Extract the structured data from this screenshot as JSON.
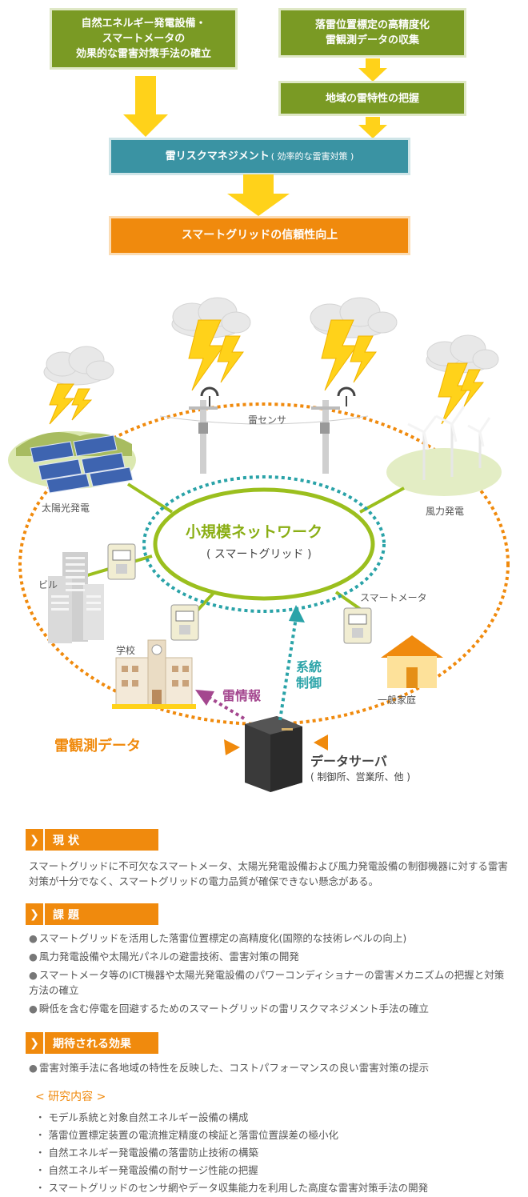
{
  "flow": {
    "box_left": "自然エネルギー発電設備・\nスマートメータの\n効果的な雷害対策手法の確立",
    "box_right_top": "落雷位置標定の高精度化\n雷観測データの収集",
    "box_right_bottom": "地域の雷特性の把握",
    "box_risk_main": "雷リスクマネジメント",
    "box_risk_sub": "( 効率的な雷害対策 )",
    "box_final": "スマートグリッドの信頼性向上"
  },
  "diagram": {
    "center_title": "小規模ネットワーク",
    "center_sub": "( スマートグリッド )",
    "solar": "太陽光発電",
    "wind": "風力発電",
    "sensor": "雷センサ",
    "building": "ビル",
    "school": "学校",
    "smart_meter": "スマートメータ",
    "house": "一般家庭",
    "system_control": "系統\n制御",
    "lightning_info": "雷情報",
    "observation": "雷観測データ",
    "server": "データサーバ",
    "server_sub": "( 制御所、営業所、他 )",
    "colors": {
      "green": "#9bbf1e",
      "orange": "#f08a0d",
      "teal": "#2aa3a8",
      "purple": "#a4478f",
      "yellow": "#ffd21a"
    }
  },
  "sections": {
    "status_title": "現 状",
    "status_text": "スマートグリッドに不可欠なスマートメータ、太陽光発電設備および風力発電設備の制御機器に対する雷害対策が十分でなく、スマートグリッドの電力品質が確保できない懸念がある。",
    "issues_title": "課 題",
    "issues": [
      "スマートグリッドを活用した落雷位置標定の高精度化(国際的な技術レベルの向上)",
      "風力発電設備や太陽光パネルの避雷技術、雷害対策の開発",
      "スマートメータ等のICT機器や太陽光発電設備のパワーコンディショナーの雷害メカニズムの把握と対策方法の確立",
      "瞬低を含む停電を回避するためのスマートグリッドの雷リスクマネジメント手法の確立"
    ],
    "effects_title": "期待される効果",
    "effects": [
      "雷害対策手法に各地域の特性を反映した、コストパフォーマンスの良い雷害対策の提示"
    ],
    "research_title": "< 研究内容 >",
    "research": [
      "モデル系統と対象自然エネルギー設備の構成",
      "落雷位置標定装置の電流推定精度の検証と落雷位置誤差の極小化",
      "自然エネルギー発電設備の落雷防止技術の構築",
      "自然エネルギー発電設備の耐サージ性能の把握",
      "スマートグリッドのセンサ網やデータ収集能力を利用した高度な雷害対策手法の開発"
    ]
  }
}
